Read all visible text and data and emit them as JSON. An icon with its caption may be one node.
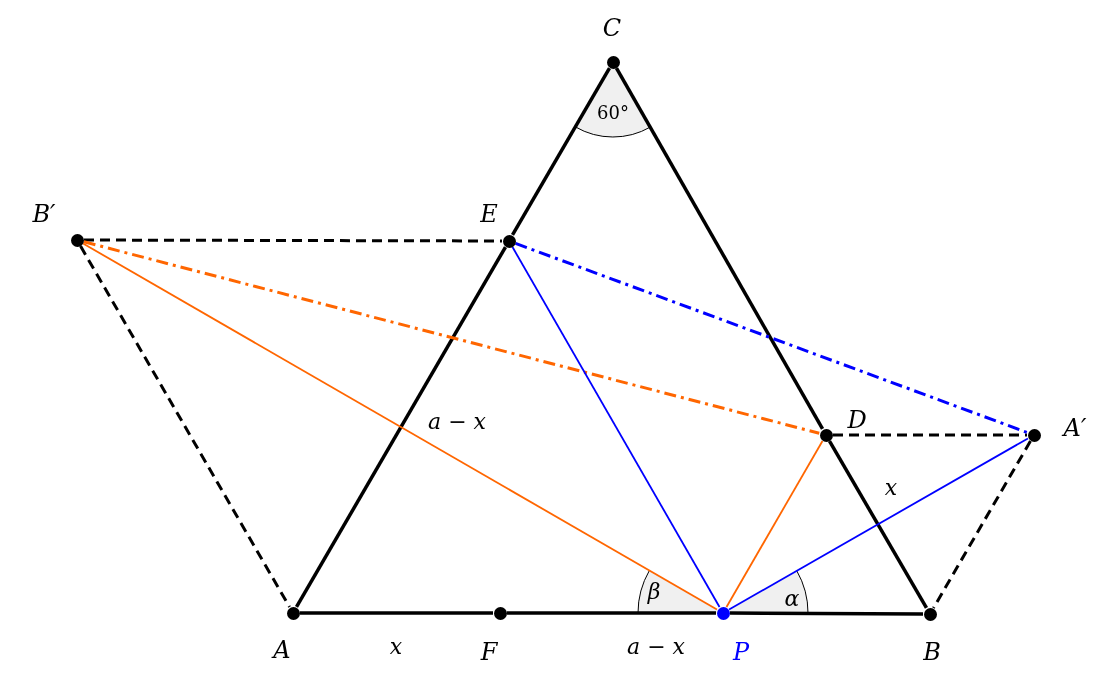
{
  "diagram": {
    "nodes": [
      {
        "text": [
          "C"
        ]
      },
      {
        "text": [
          "E"
        ]
      },
      {
        "text": [
          "B′"
        ]
      },
      {
        "text": [
          "D"
        ]
      },
      {
        "text": [
          "A′"
        ]
      },
      {
        "text": [
          "A"
        ]
      },
      {
        "text": [
          "F"
        ]
      },
      {
        "text": [
          "P"
        ]
      },
      {
        "text": [
          "B"
        ]
      }
    ],
    "edges": [
      {
        "from": 5,
        "to": 1,
        "arrow": "none"
      },
      {
        "from": 1,
        "to": 0,
        "arrow": "none"
      },
      {
        "from": 0,
        "to": 3,
        "arrow": "none"
      },
      {
        "from": 3,
        "to": 8,
        "arrow": "none"
      },
      {
        "from": 5,
        "to": 6,
        "arrow": "none"
      },
      {
        "from": 6,
        "to": 7,
        "arrow": "none"
      },
      {
        "from": 7,
        "to": 8,
        "arrow": "none"
      },
      {
        "from": 2,
        "to": 1,
        "arrow": "none",
        "style": "dashed"
      },
      {
        "from": 2,
        "to": 5,
        "arrow": "none",
        "style": "dashed"
      },
      {
        "from": 3,
        "to": 4,
        "arrow": "none",
        "style": "dashed"
      },
      {
        "from": 4,
        "to": 8,
        "arrow": "none",
        "style": "dashed"
      },
      {
        "from": 2,
        "to": 3,
        "arrow": "none",
        "style": "dashed",
        "color": "#ff6600"
      },
      {
        "from": 1,
        "to": 4,
        "arrow": "none",
        "style": "dashed",
        "color": "#0000ff"
      },
      {
        "from": 1,
        "to": 7,
        "arrow": "none",
        "color": "#0000ff"
      },
      {
        "from": 7,
        "to": 4,
        "arrow": "none",
        "color": "#0000ff"
      },
      {
        "from": 2,
        "to": 7,
        "arrow": "none",
        "color": "#ff6600"
      },
      {
        "from": 7,
        "to": 3,
        "arrow": "none",
        "color": "#ff6600"
      }
    ],
    "labels": [
      "60°",
      "*a* − *x*",
      "*x*",
      "β",
      "α",
      "*x*",
      "*a* − *x*"
    ]
  }
}
